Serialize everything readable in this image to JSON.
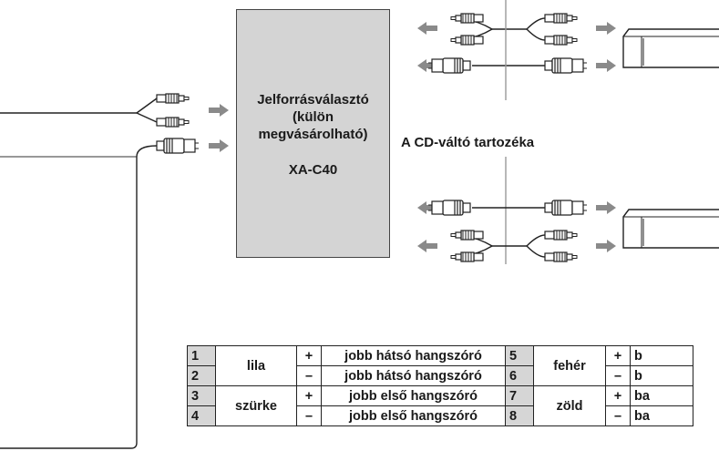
{
  "selector": {
    "line1": "Jelforrásválasztó",
    "line2": "(külön",
    "line3": "megvásárolható)",
    "model": "XA-C40"
  },
  "cd_changer_label": "A CD-váltó tartozéka",
  "wiring_table": {
    "rows": [
      {
        "num": "1",
        "color": "lila",
        "sign": "+",
        "desc": "jobb hátsó hangszóró",
        "num2": "5",
        "color2": "fehér",
        "sign2": "+",
        "desc2": "b"
      },
      {
        "num": "2",
        "color": "",
        "sign": "–",
        "desc": "jobb hátsó hangszóró",
        "num2": "6",
        "color2": "",
        "sign2": "–",
        "desc2": "b"
      },
      {
        "num": "3",
        "color": "szürke",
        "sign": "+",
        "desc": "jobb első hangszóró",
        "num2": "7",
        "color2": "zöld",
        "sign2": "+",
        "desc2": "ba"
      },
      {
        "num": "4",
        "color": "",
        "sign": "–",
        "desc": "jobb első hangszóró",
        "num2": "8",
        "color2": "",
        "sign2": "–",
        "desc2": "ba"
      }
    ]
  }
}
